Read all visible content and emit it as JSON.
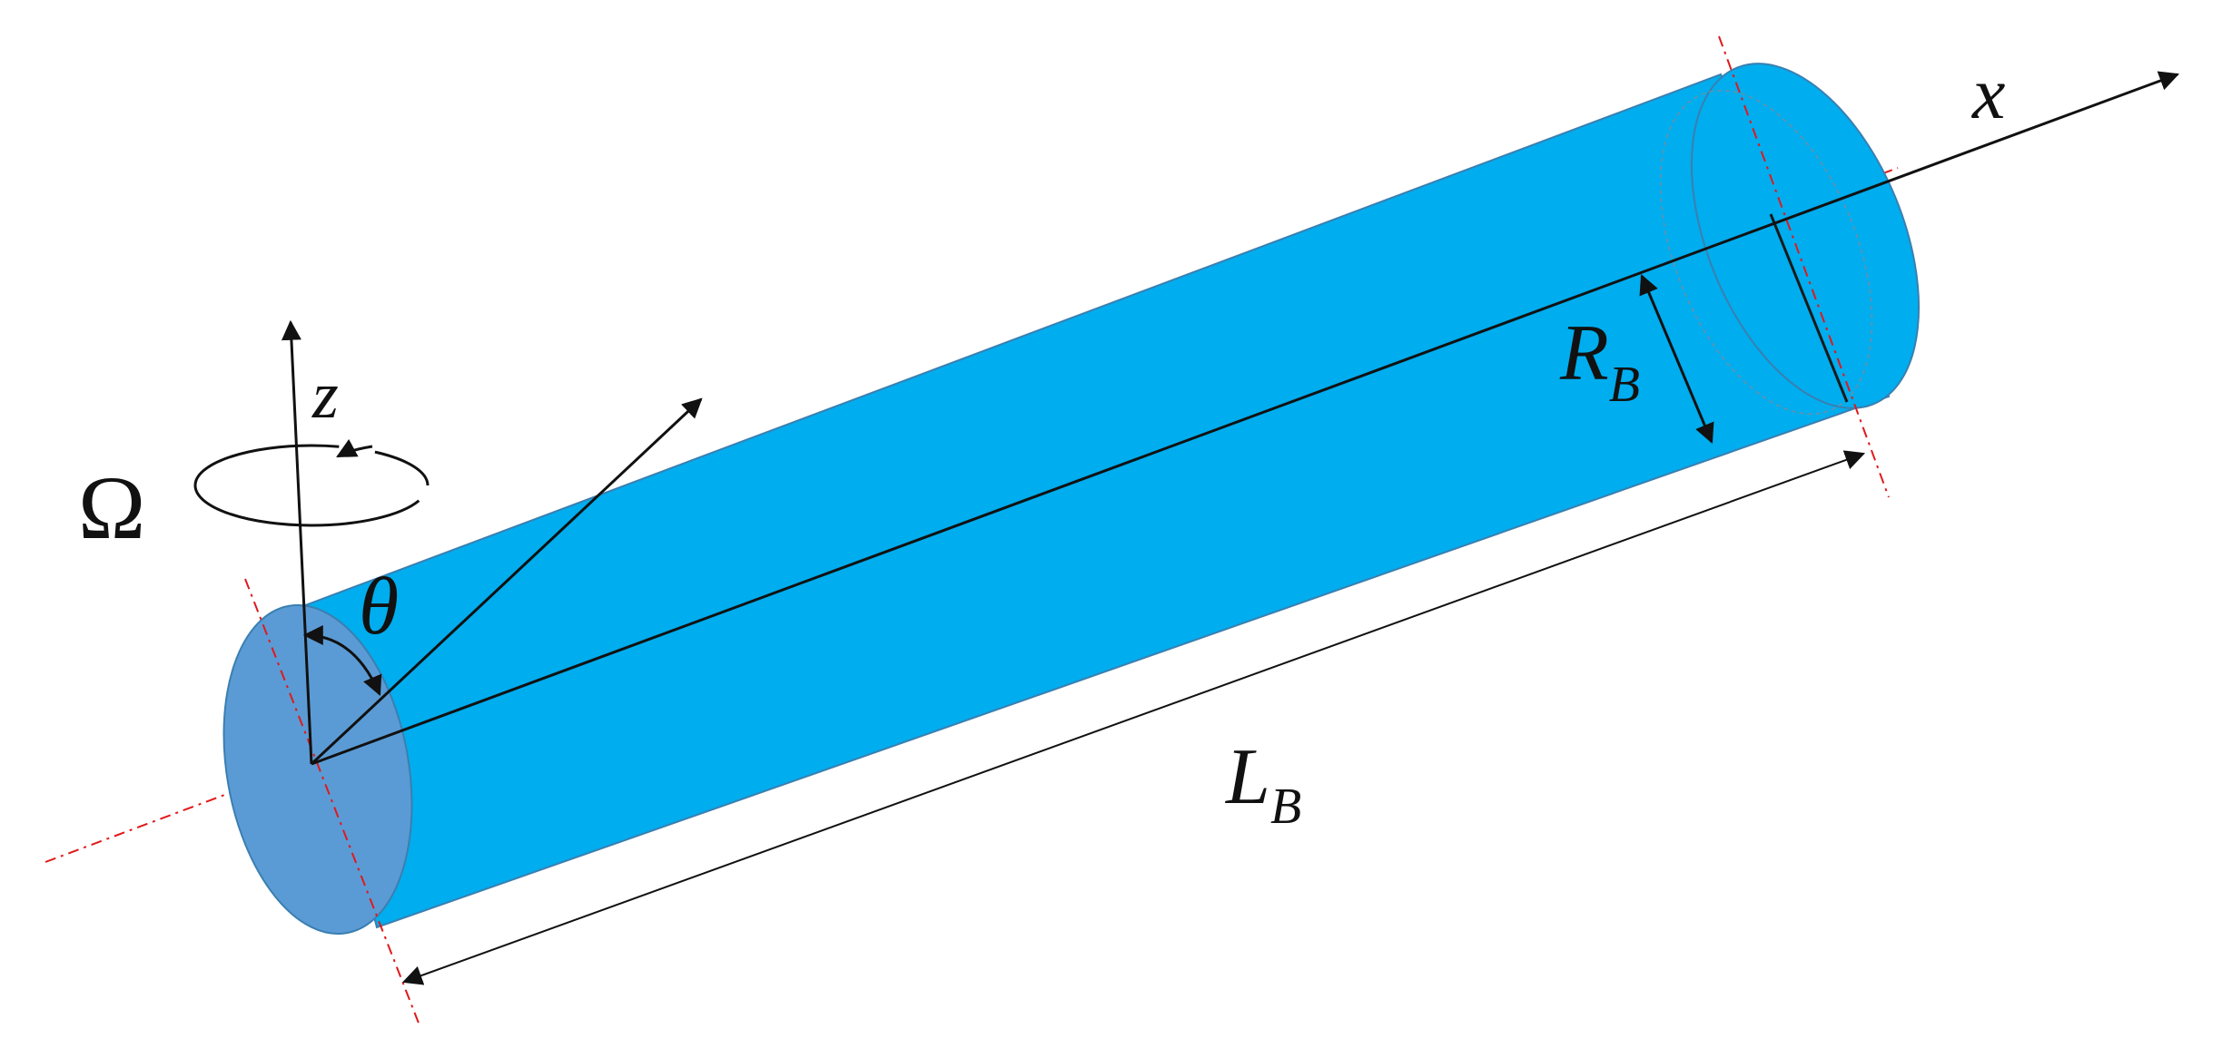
{
  "diagram": {
    "labels": {
      "x_axis": "x",
      "z_axis": "z",
      "rotation": "Ω",
      "angle": "θ",
      "radius_main": "R",
      "radius_sub": "B",
      "length_main": "L",
      "length_sub": "B"
    },
    "colors": {
      "cylinder_body": "#00adee",
      "cylinder_end": "#5b9bd5",
      "outline": "#3a7fb0",
      "centerline": "#e0191b",
      "arrow": "#111111"
    }
  }
}
